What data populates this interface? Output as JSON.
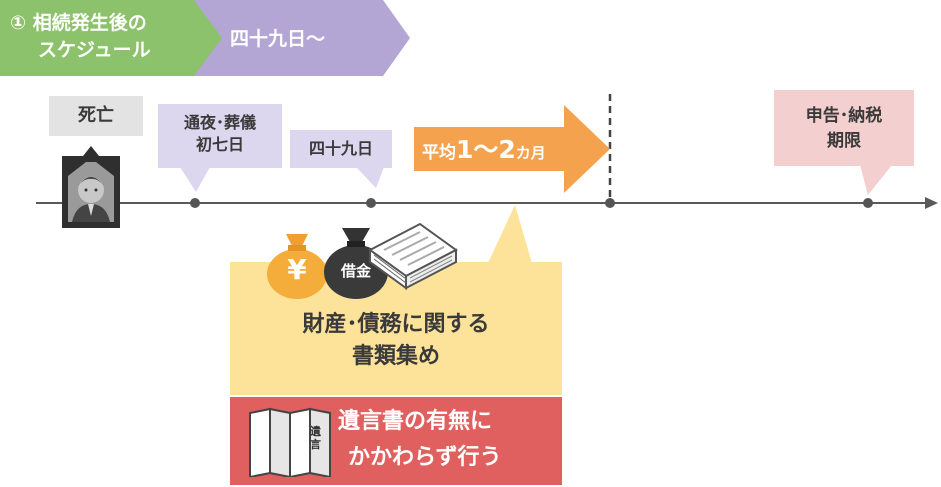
{
  "header": {
    "phase_label_line1": "① 相続発生後の",
    "phase_label_line2": "スケジュール",
    "period_label": "四十九日～"
  },
  "timeline": {
    "death": "死亡",
    "wake_line1": "通夜･葬儀",
    "wake_line2": "初七日",
    "forty_nine": "四十九日",
    "average_prefix": "平均",
    "average_value": "1～2",
    "average_unit": "カ月",
    "deadline_line1": "申告･納税",
    "deadline_line2": "期限"
  },
  "task_box": {
    "yen_icon_label": "¥",
    "debt_icon_label": "借金",
    "line1": "財産･債務に関する",
    "line2": "書類集め"
  },
  "will_box": {
    "icon_label": "遺言",
    "line1": "遺言書の有無に",
    "line2": "かかわらず行う"
  },
  "colors": {
    "green": "#8cc26c",
    "purple": "#b3a6d4",
    "lavender": "#dcd6ee",
    "grey_box": "#e3e3e3",
    "orange": "#f5a24f",
    "pink": "#f4cfcf",
    "yellow": "#fde39a",
    "red": "#e06060"
  }
}
